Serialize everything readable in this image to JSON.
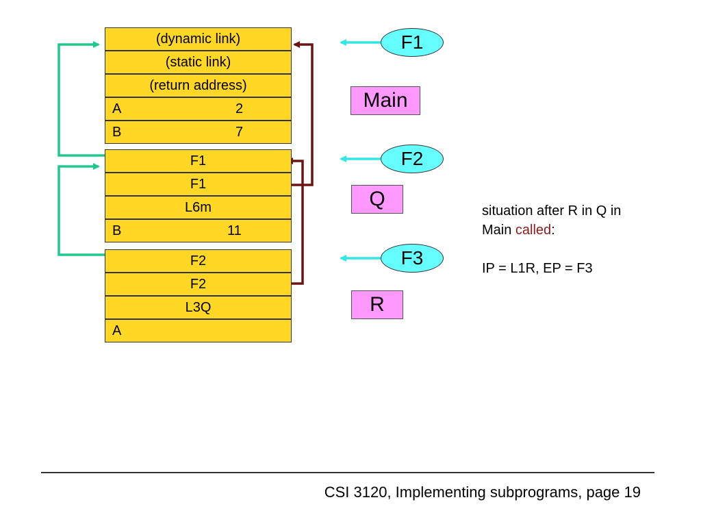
{
  "frames": [
    {
      "name": "F1",
      "label": "Main",
      "rows": [
        {
          "text": "(dynamic link)"
        },
        {
          "text": "(static link)"
        },
        {
          "text": "(return address)"
        },
        {
          "var": "A",
          "value": "2"
        },
        {
          "var": "B",
          "value": "7"
        }
      ]
    },
    {
      "name": "F2",
      "label": "Q",
      "rows": [
        {
          "text": "F1"
        },
        {
          "text": "F1"
        },
        {
          "text": "L6m"
        },
        {
          "var": "B",
          "value": "11"
        }
      ]
    },
    {
      "name": "F3",
      "label": "R",
      "rows": [
        {
          "text": "F2"
        },
        {
          "text": "F2"
        },
        {
          "text": "L3Q"
        },
        {
          "var": "A",
          "value": ""
        }
      ]
    }
  ],
  "note": {
    "line1": "situation after R in Q in",
    "line2_prefix": "Main ",
    "line2_highlight": "called",
    "line2_suffix": ":",
    "line3": "IP = L1R, EP = F3"
  },
  "footer": "CSI 3120, Implementing subprograms, page 19",
  "colors": {
    "cell": "#ffd724",
    "pointer_label": "#66ffff",
    "frame_label": "#ff99ff",
    "static_link_arrow": "#1ec98c",
    "dynamic_link_arrow": "#6b1414",
    "pointer_arrow": "#33e6e6",
    "highlight_text": "#8b1a1a"
  }
}
